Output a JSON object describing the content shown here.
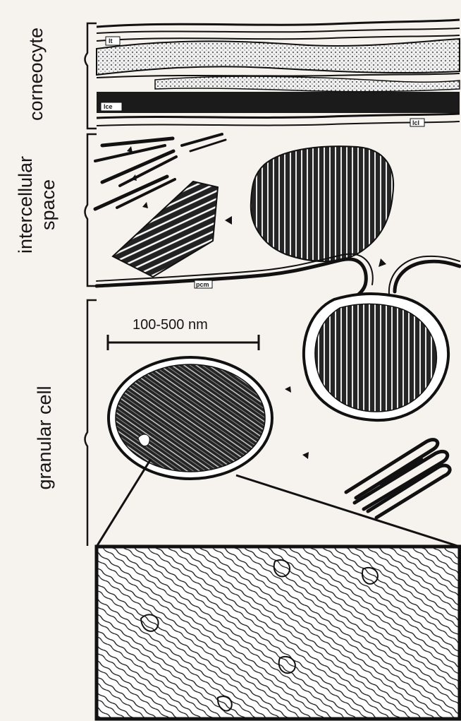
{
  "labels": {
    "corneocyte": "corneocyte",
    "intercellular": "intercellular",
    "space": "space",
    "granular_cell": "granular cell",
    "scale_bar": "100-500 nm",
    "lipid_lamellae_mark": "lt",
    "envelope_mark": "lce",
    "corneocyte_membrane_mark": "lcl",
    "plasma_membrane_mark": "pcm"
  },
  "colors": {
    "background": "#f6f2ee",
    "ink": "#151515",
    "dense_granule": "#242424",
    "membrane_fill": "#ffffff",
    "envelope_band": "#1b1b1b",
    "stipple_band": "#d7d7d7"
  }
}
